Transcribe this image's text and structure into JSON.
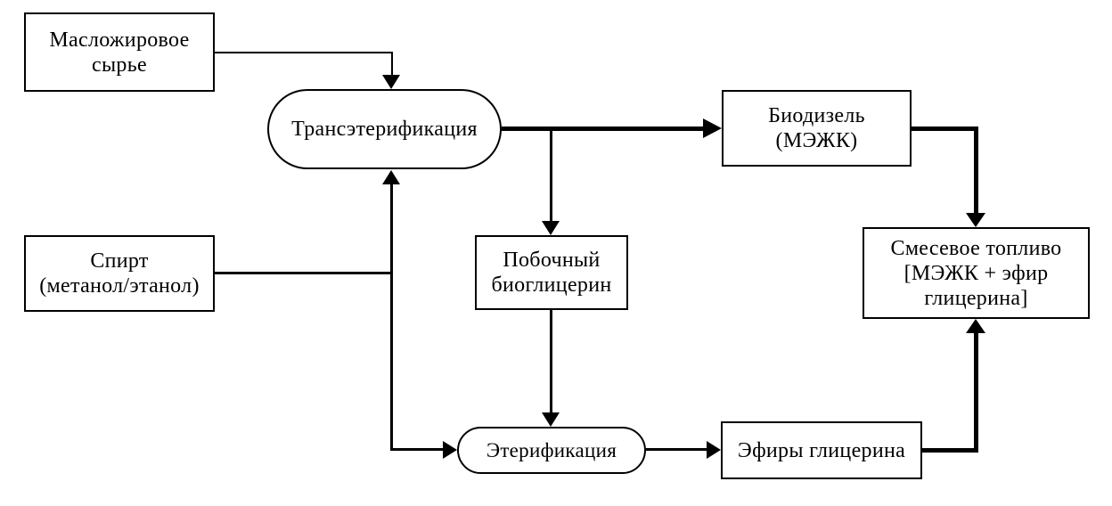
{
  "diagram": {
    "type": "flowchart",
    "language": "ru",
    "colors": {
      "background": "#ffffff",
      "stroke": "#000000",
      "node_fill": "#ffffff",
      "text": "#000000"
    },
    "nodes": [
      {
        "id": "feedstock",
        "shape": "rect",
        "label": "Масложировое\nсырье"
      },
      {
        "id": "transesterification",
        "shape": "stadium",
        "label": "Трансэтерификация"
      },
      {
        "id": "alcohol",
        "shape": "rect",
        "label": "Спирт\n(метанол/этанол)"
      },
      {
        "id": "bioglycerin",
        "shape": "rect",
        "label": "Побочный\nбиоглицерин"
      },
      {
        "id": "biodiesel",
        "shape": "rect",
        "label": "Биодизель\n(МЭЖК)"
      },
      {
        "id": "blended-fuel",
        "shape": "rect",
        "label": "Смесевое топливо\n[МЭЖК + эфир\nглицерина]"
      },
      {
        "id": "esterification",
        "shape": "stadium",
        "label": "Этерификация"
      },
      {
        "id": "glycerin-esters",
        "shape": "rect",
        "label": "Эфиры глицерина"
      }
    ],
    "edges": [
      {
        "from": "feedstock",
        "to": "transesterification",
        "weight": "thin"
      },
      {
        "from": "alcohol",
        "to": "transesterification",
        "weight": "medium"
      },
      {
        "from": "alcohol",
        "to": "esterification",
        "weight": "medium"
      },
      {
        "from": "transesterification",
        "to": "biodiesel",
        "weight": "thick"
      },
      {
        "from": "transesterification",
        "to": "bioglycerin",
        "weight": "medium"
      },
      {
        "from": "bioglycerin",
        "to": "esterification",
        "weight": "medium"
      },
      {
        "from": "biodiesel",
        "to": "blended-fuel",
        "weight": "thick"
      },
      {
        "from": "esterification",
        "to": "glycerin-esters",
        "weight": "medium"
      },
      {
        "from": "glycerin-esters",
        "to": "blended-fuel",
        "weight": "thick"
      }
    ]
  }
}
